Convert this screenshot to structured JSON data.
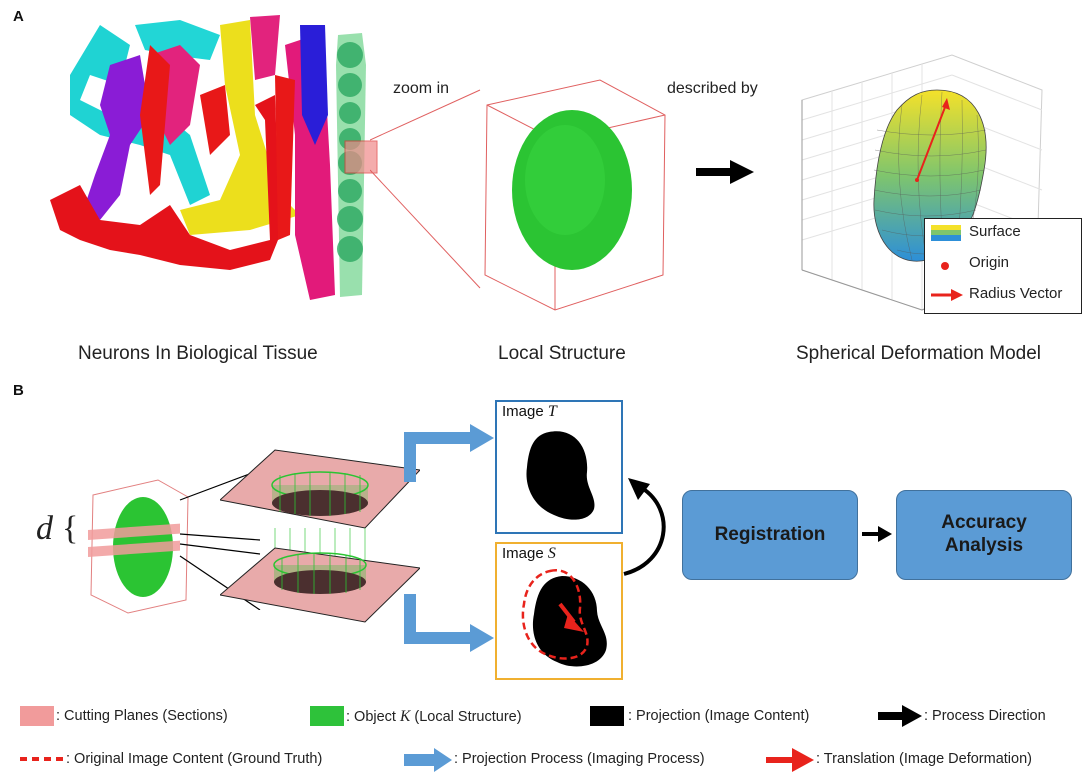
{
  "panel_a": {
    "letter": "A",
    "zoom_label": "zoom in",
    "described_label": "described by",
    "captions": [
      "Neurons In Biological Tissue",
      "Local Structure",
      "Spherical Deformation Model"
    ],
    "model_legend": [
      "Surface",
      "Origin",
      "Radius Vector"
    ]
  },
  "panel_b": {
    "letter": "B",
    "d_label": "d",
    "image_t_label": "Image",
    "image_t_symbol": "T",
    "image_s_label": "Image",
    "image_s_symbol": "S",
    "registration_label": "Registration",
    "accuracy_label_1": "Accuracy",
    "accuracy_label_2": "Analysis"
  },
  "legend": {
    "cutting_planes": ": Cutting Planes (Sections)",
    "object_prefix": ": Object",
    "object_symbol": "K",
    "object_suffix": "(Local Structure)",
    "projection": ": Projection (Image Content)",
    "process_direction": ": Process Direction",
    "original_content": ": Original Image Content (Ground Truth)",
    "projection_process": ": Projection Process (Imaging Process)",
    "translation": ": Translation (Image Deformation)"
  },
  "colors": {
    "green": "#2ec23a",
    "red": "#e8231c",
    "blue_box": "#5b9bd5",
    "pink_plane": "#f19b9b",
    "image_t_border": "#2e75b6",
    "image_s_border": "#f0b030"
  }
}
